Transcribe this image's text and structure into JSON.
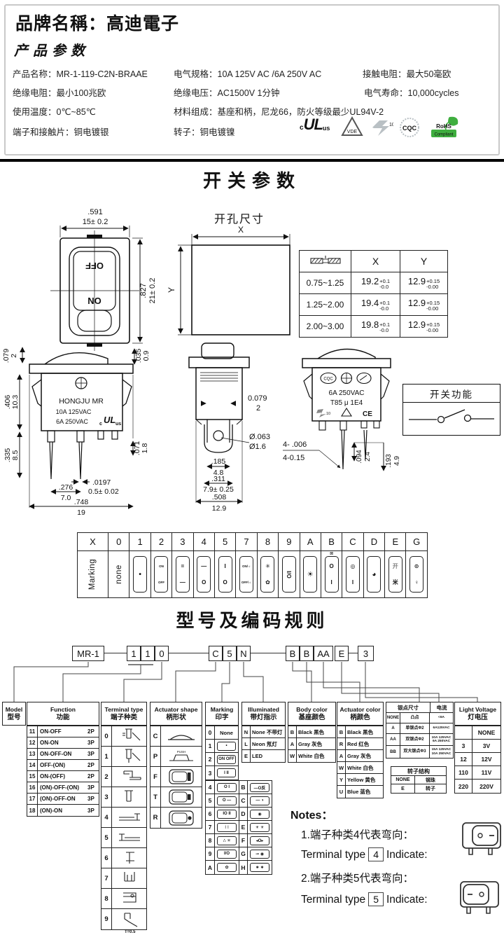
{
  "page": {
    "bg": "#ffffff",
    "ink": "#111111",
    "border_gray": "#c9c9c9",
    "accent_green": "#2e8b2e"
  },
  "header": {
    "brand_label": "品牌名稱：高迪電子",
    "section_title": "产品参数",
    "specs": {
      "product_name": {
        "label": "产品名称：",
        "value": "MR-1-119-C2N-BRAAE"
      },
      "electric_spec": {
        "label": "电气规格：",
        "value": "10A  125V  AC /6A  250V  AC"
      },
      "contact_res": {
        "label": "接触电阻：",
        "value": "最大50毫欧"
      },
      "ins_res": {
        "label": "绝缘电阻：",
        "value": "最小100兆欧"
      },
      "ins_vol": {
        "label": "绝缘电压：",
        "value": "AC1500V 1分钟"
      },
      "life": {
        "label": "电气寿命：",
        "value": "10,000cycles"
      },
      "temp": {
        "label": "使用温度：",
        "value": "0℃~85℃"
      },
      "material": {
        "label": "材料组成：",
        "value": "基座和柄，尼龙66，防火等级最少UL94V-2"
      },
      "terminal_plate": {
        "label": "端子和接触片：",
        "value": "铜电镀银"
      },
      "rotor_plate": {
        "label": "转子：",
        "value": "铜电镀镍"
      }
    },
    "logos": {
      "ul_c": "c",
      "ul": "UL",
      "ul_us": "us",
      "vde": "VDE",
      "enec_num": "10",
      "cqc": "CQC",
      "rohs_top": "RoHS",
      "rohs_bottom": "Compliant"
    }
  },
  "switch_params": {
    "title": "开关参数",
    "front": {
      "w_in": ".591",
      "w_mm": "15± 0.2",
      "h_in": ".827",
      "h_mm": "21± 0.2",
      "off": "OFF",
      "on": "ON"
    },
    "cutout": {
      "title": "开孔尺寸",
      "x": "X",
      "y": "Y"
    },
    "dim_table": {
      "x": "X",
      "y": "Y",
      "rows": [
        {
          "t": "0.75~1.25",
          "xv": "19.2",
          "xp": "+0.1",
          "xm": "-0.0",
          "yv": "12.9",
          "yp": "+0.15",
          "ym": "-0.00"
        },
        {
          "t": "1.25~2.00",
          "xv": "19.4",
          "xp": "+0.1",
          "xm": "-0.0",
          "yv": "12.9",
          "yp": "+0.15",
          "ym": "-0.00"
        },
        {
          "t": "2.00~3.00",
          "xv": "19.8",
          "xp": "+0.1",
          "xm": "-0.0",
          "yv": "12.9",
          "yp": "+0.15",
          "ym": "-0.00"
        }
      ]
    },
    "side": {
      "brand": "HONGJU MR",
      "r1": "10A 125VAC",
      "r2": "6A 250VAC",
      "ul_c": "c",
      "ul": "UL",
      "ul_us": "us",
      "d_top_in": ".079",
      "d_top_mm": "2",
      "d_r1_in": ".035",
      "d_r1_mm": "0.9",
      "d_l1_in": ".406",
      "d_l1_mm": "10.3",
      "d_l2_in": ".335",
      "d_l2_mm": "8.5",
      "d_r2_in": ".071",
      "d_r2_mm": "1.8",
      "d_pin_in": ".0197",
      "d_pin_mm": "0.5± 0.02",
      "d_b1_in": ".276",
      "d_b1_mm": "7.0",
      "d_b2_in": ".748",
      "d_b2_mm": "19"
    },
    "end": {
      "d1_in": "0.079",
      "d1_mm": "2",
      "d2_in": "Ø.063",
      "d2_mm": "Ø1.6",
      "d3_in": ".185",
      "d3_mm": "4.8",
      "d4_in": ".311",
      "d4_mm": "7.9± 0.25",
      "d5_in": ".508",
      "d5_mm": "12.9"
    },
    "back": {
      "r1": "6A 250VAC",
      "r2": "T85 μ 1E4",
      "cqc": "CQC",
      "ce": "CE",
      "enec_num": "10",
      "d1_in": "4- .006",
      "d1_mm": "4-0.15",
      "d2_in": ".094",
      "d2_mm": "2.4",
      "d3_in": ".193",
      "d3_mm": "4.9"
    },
    "function_box": {
      "title": "开关功能"
    }
  },
  "marking_table": {
    "header_label": "X",
    "row_label": "Marking",
    "cols": [
      {
        "c": "0",
        "kind": "none",
        "t": "none"
      },
      {
        "c": "1",
        "kind": "box",
        "mid": "•"
      },
      {
        "c": "2",
        "kind": "box",
        "top": "ON",
        "bot": "OFF",
        "sz": "s"
      },
      {
        "c": "3",
        "kind": "box",
        "top": "=",
        "bot": "—"
      },
      {
        "c": "4",
        "kind": "box",
        "top": "—",
        "bot": "O"
      },
      {
        "c": "5",
        "kind": "box",
        "top": "I",
        "bot": "O"
      },
      {
        "c": "7",
        "kind": "box",
        "top": "ON/☼",
        "bot": "OFF/☼",
        "sz": "s"
      },
      {
        "c": "8",
        "kind": "box",
        "top": "✳",
        "bot": "✿"
      },
      {
        "c": "9",
        "kind": "rot",
        "mid": "I/O"
      },
      {
        "c": "A",
        "kind": "box",
        "mid": "☀"
      },
      {
        "c": "B",
        "kind": "box",
        "above": "⊠",
        "top": "O",
        "bot": "I"
      },
      {
        "c": "C",
        "kind": "box",
        "top": "◎",
        "bot": "I"
      },
      {
        "c": "D",
        "kind": "box",
        "mid": "◕"
      },
      {
        "c": "E",
        "kind": "box",
        "top": "开",
        "bot": "米"
      },
      {
        "c": "G",
        "kind": "box",
        "top": "⊙",
        "bot": "♀"
      }
    ]
  },
  "coding": {
    "title": "型号及编码规则",
    "code_boxes": [
      "MR-1",
      "1",
      "1",
      "0",
      "C",
      "5",
      "N",
      "B",
      "B",
      "AA",
      "E",
      "3"
    ],
    "model": {
      "en": "Model",
      "cn": "型号"
    },
    "function": {
      "en": "Function",
      "cn": "功能",
      "rows": [
        {
          "c": "11",
          "n": "ON-OFF",
          "p": "2P"
        },
        {
          "c": "12",
          "n": "ON-ON",
          "p": "3P"
        },
        {
          "c": "13",
          "n": "ON-OFF-ON",
          "p": "3P"
        },
        {
          "c": "14",
          "n": "OFF-(ON)",
          "p": "2P"
        },
        {
          "c": "15",
          "n": "ON-(OFF)",
          "p": "2P"
        },
        {
          "c": "16",
          "n": "(ON)-OFF-(ON)",
          "p": "3P"
        },
        {
          "c": "17",
          "n": "(ON)-OFF-ON",
          "p": "3P"
        },
        {
          "c": "18",
          "n": "(ON)-ON",
          "p": "3P"
        }
      ]
    },
    "terminal": {
      "en": "Terminal type",
      "cn": "端子种类",
      "codes": [
        "0",
        "1",
        "2",
        "3",
        "4",
        "5",
        "6",
        "7",
        "8",
        "9"
      ],
      "foot": "T=0.5"
    },
    "shape": {
      "en": "Actuator shape",
      "cn": "柄形状",
      "codes": [
        "C",
        "P",
        "F",
        "T",
        "R"
      ],
      "push": "PUSH"
    },
    "marking": {
      "en": "Marking",
      "cn": "印字",
      "singles": [
        {
          "c": "0",
          "s": "None",
          "plain": true
        },
        {
          "c": "1",
          "s": "•"
        },
        {
          "c": "2",
          "s": "ON OFF"
        },
        {
          "c": "3",
          "s": "I II"
        }
      ],
      "doubles": [
        {
          "lc": "4",
          "ls": "O I",
          "rc": "B",
          "rs": "—O反"
        },
        {
          "lc": "5",
          "ls": "O —",
          "rc": "C",
          "rs": "— ◑"
        },
        {
          "lc": "6",
          "ls": "IO II",
          "rc": "D",
          "rs": "◉"
        },
        {
          "lc": "7",
          "ls": "∶ ∶",
          "rc": "E",
          "rs": "☀ ☀"
        },
        {
          "lc": "8",
          "ls": "∴ ✳",
          "rc": "F",
          "rs": "◂O▸"
        },
        {
          "lc": "9",
          "ls": "I/O",
          "rc": "G",
          "rs": "⊸ ◉"
        },
        {
          "lc": "A",
          "ls": "✿",
          "rc": "H",
          "rs": "∗ ∗"
        }
      ]
    },
    "illuminated": {
      "en": "Illuminated",
      "cn": "带灯指示",
      "rows": [
        {
          "c": "N",
          "n": "None 不带灯"
        },
        {
          "c": "L",
          "n": "Neon 氖灯"
        },
        {
          "c": "E",
          "n": "LED"
        }
      ]
    },
    "body_color": {
      "en": "Body color",
      "cn": "基座颜色",
      "rows": [
        {
          "c": "B",
          "n": "Black 黑色"
        },
        {
          "c": "A",
          "n": "Gray 灰色"
        },
        {
          "c": "W",
          "n": "White 白色"
        }
      ]
    },
    "act_color": {
      "en": "Actuator color",
      "cn": "柄颜色",
      "rows": [
        {
          "c": "B",
          "n": "Black 黑色"
        },
        {
          "c": "R",
          "n": "Red 红色"
        },
        {
          "c": "A",
          "n": "Gray 灰色"
        },
        {
          "c": "W",
          "n": "White 白色"
        },
        {
          "c": "Y",
          "n": "Yellow 黄色"
        },
        {
          "c": "U",
          "n": "Blue 蓝色"
        }
      ]
    },
    "silver": {
      "h1": "银点尺寸",
      "h2": "电流",
      "rows": [
        {
          "c": "NONE",
          "d": "凸点",
          "a1": "<6A",
          "a2": ""
        },
        {
          "c": "A",
          "d": "单银点Φ2",
          "a1": "6A125VAC",
          "a2": ""
        },
        {
          "c": "AA",
          "d": "双银点Φ2",
          "a1": "10A 125VAC",
          "a2": "6A 250VAC"
        },
        {
          "c": "BB",
          "d": "双大银点Φ3",
          "a1": "15A 125VAC",
          "a2": "10A 250VAC"
        }
      ]
    },
    "rotor": {
      "title": "转子结构",
      "rows": [
        {
          "c": "NONE",
          "d": "钢珠"
        },
        {
          "c": "E",
          "d": "转子"
        }
      ]
    },
    "light": {
      "en": "Light Voltage",
      "cn": "灯电压",
      "rows": [
        {
          "c": "",
          "v": "NONE"
        },
        {
          "c": "3",
          "v": "3V"
        },
        {
          "c": "12",
          "v": "12V"
        },
        {
          "c": "110",
          "v": "11V"
        },
        {
          "c": "220",
          "v": "220V"
        }
      ]
    },
    "notes": {
      "title": "Notes：",
      "n1_cn": "1.端子种类4代表弯向：",
      "n1_pre": "Terminal type",
      "n1_code": "4",
      "n1_post": "Indicate:",
      "n2_cn": "2.端子种类5代表弯向：",
      "n2_pre": "Terminal type",
      "n2_code": "5",
      "n2_post": "Indicate:"
    }
  }
}
